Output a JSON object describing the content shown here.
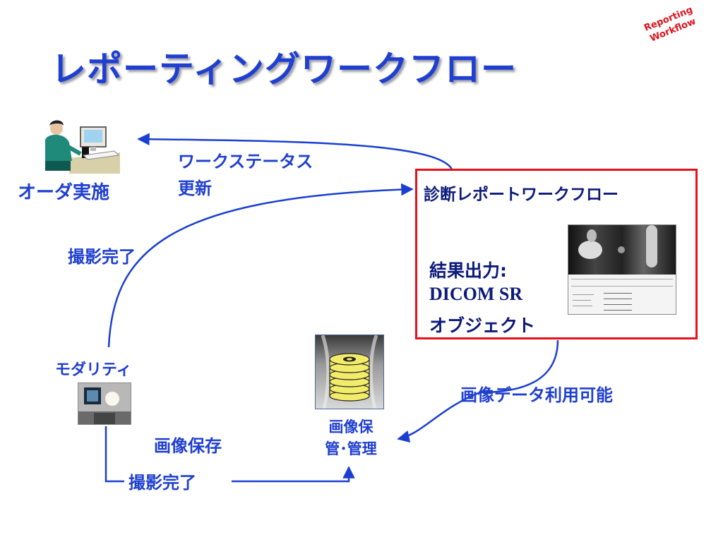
{
  "title": "レポーティングワークフロー",
  "badge": {
    "line1": "Reporting",
    "line2": "Workflow"
  },
  "labels": {
    "order": "オーダ実施",
    "status_line1": "ワークステータス",
    "status_line2": "更新",
    "shoot_complete_top": "撮影完了",
    "modality": "モダリティ",
    "image_save": "画像保存",
    "shoot_complete_bottom": "撮影完了",
    "store_line1": "画像保",
    "store_line2": "管･管理",
    "image_available": "画像データ利用可能"
  },
  "workflow_box": {
    "title": "診断レポートワークフロー",
    "result_line1": "結果出力:",
    "result_line2": "DICOM SR",
    "result_line3": "オブジェクト"
  },
  "colors": {
    "title": "#1f3fd0",
    "label": "#1f3fd0",
    "box_border": "#e8101a",
    "arrow": "#1a3fd0",
    "badge": "#e0101a",
    "disk": "#f2ec6a"
  }
}
